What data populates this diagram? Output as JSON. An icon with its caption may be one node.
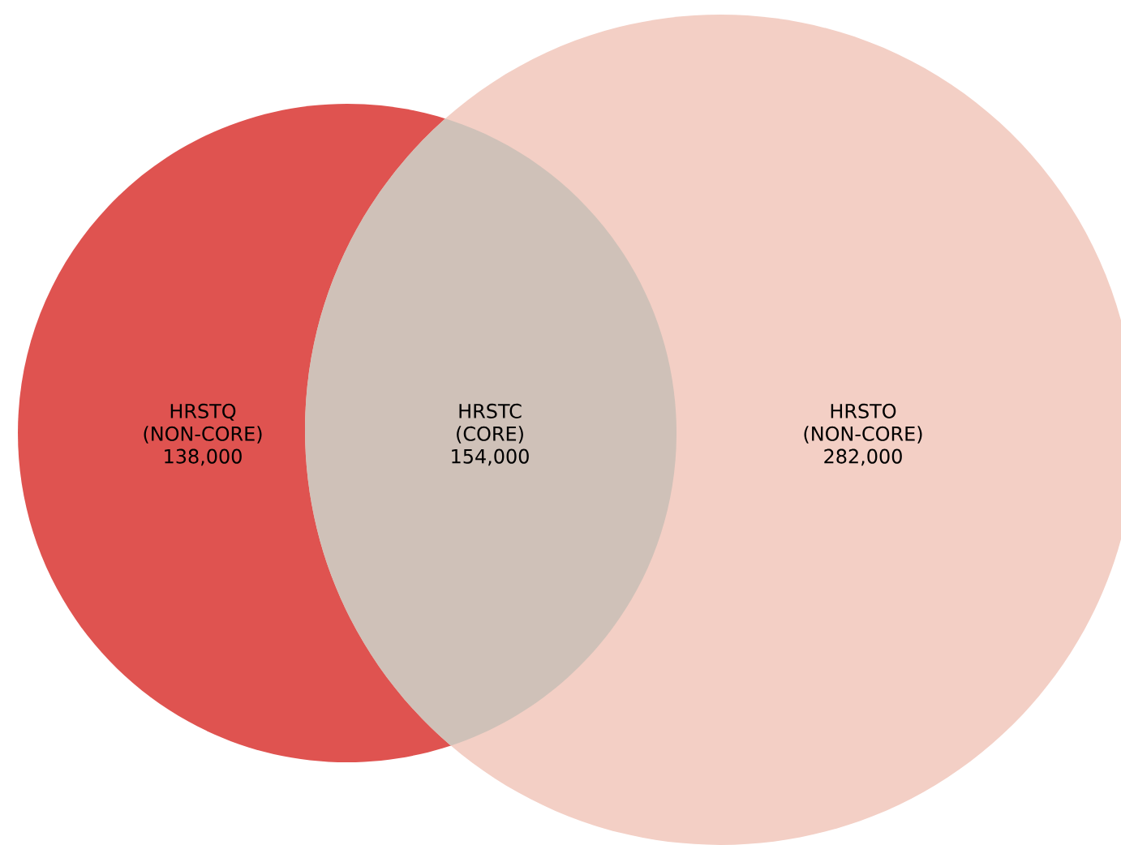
{
  "diagram": {
    "nodes": [
      {
        "text": [
          "HRSTQ",
          "(NON-CORE)",
          "138,000"
        ]
      },
      {
        "text": [
          "HRSTC",
          "(CORE)",
          "154,000"
        ]
      },
      {
        "text": [
          "HRSTO",
          "(NON-CORE)",
          "282,000"
        ]
      }
    ]
  }
}
